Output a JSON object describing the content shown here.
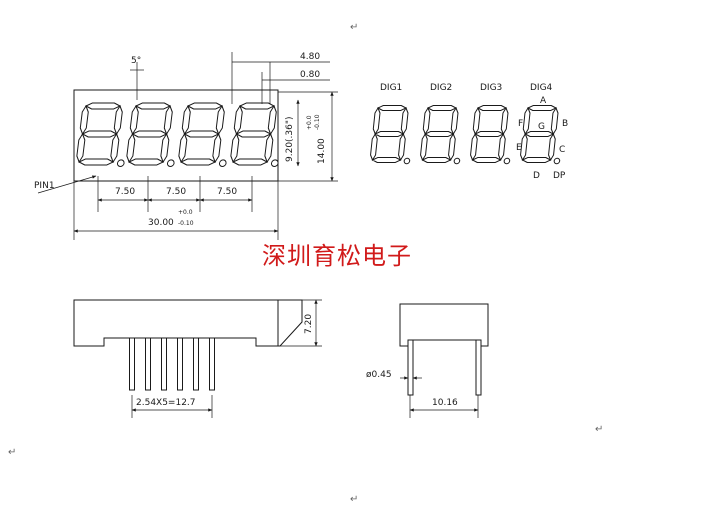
{
  "digit_labels": [
    "DIG1",
    "DIG2",
    "DIG3",
    "DIG4"
  ],
  "segment_labels": {
    "a": "A",
    "b": "B",
    "c": "C",
    "d": "D",
    "e": "E",
    "f": "F",
    "g": "G",
    "dp": "DP"
  },
  "dimensions": {
    "slant": "5°",
    "digit_width": "4.80",
    "seg_width": "0.80",
    "digit_height": "9.20(.36\")",
    "height": "14.00",
    "height_tol_plus": "+0.0",
    "height_tol_minus": "-0.10",
    "pitch_1": "7.50",
    "pitch_2": "7.50",
    "pitch_3": "7.50",
    "width": "30.00",
    "width_tol_plus": "+0.0",
    "width_tol_minus": "-0.10",
    "side_height": "7.20",
    "pin_span": "2.54X5=12.7",
    "pin_dia": "ø0.45",
    "row_spacing": "10.16"
  },
  "pin1_label": "PIN1",
  "brand_text": "深圳育松电子",
  "return_mark": "↵"
}
